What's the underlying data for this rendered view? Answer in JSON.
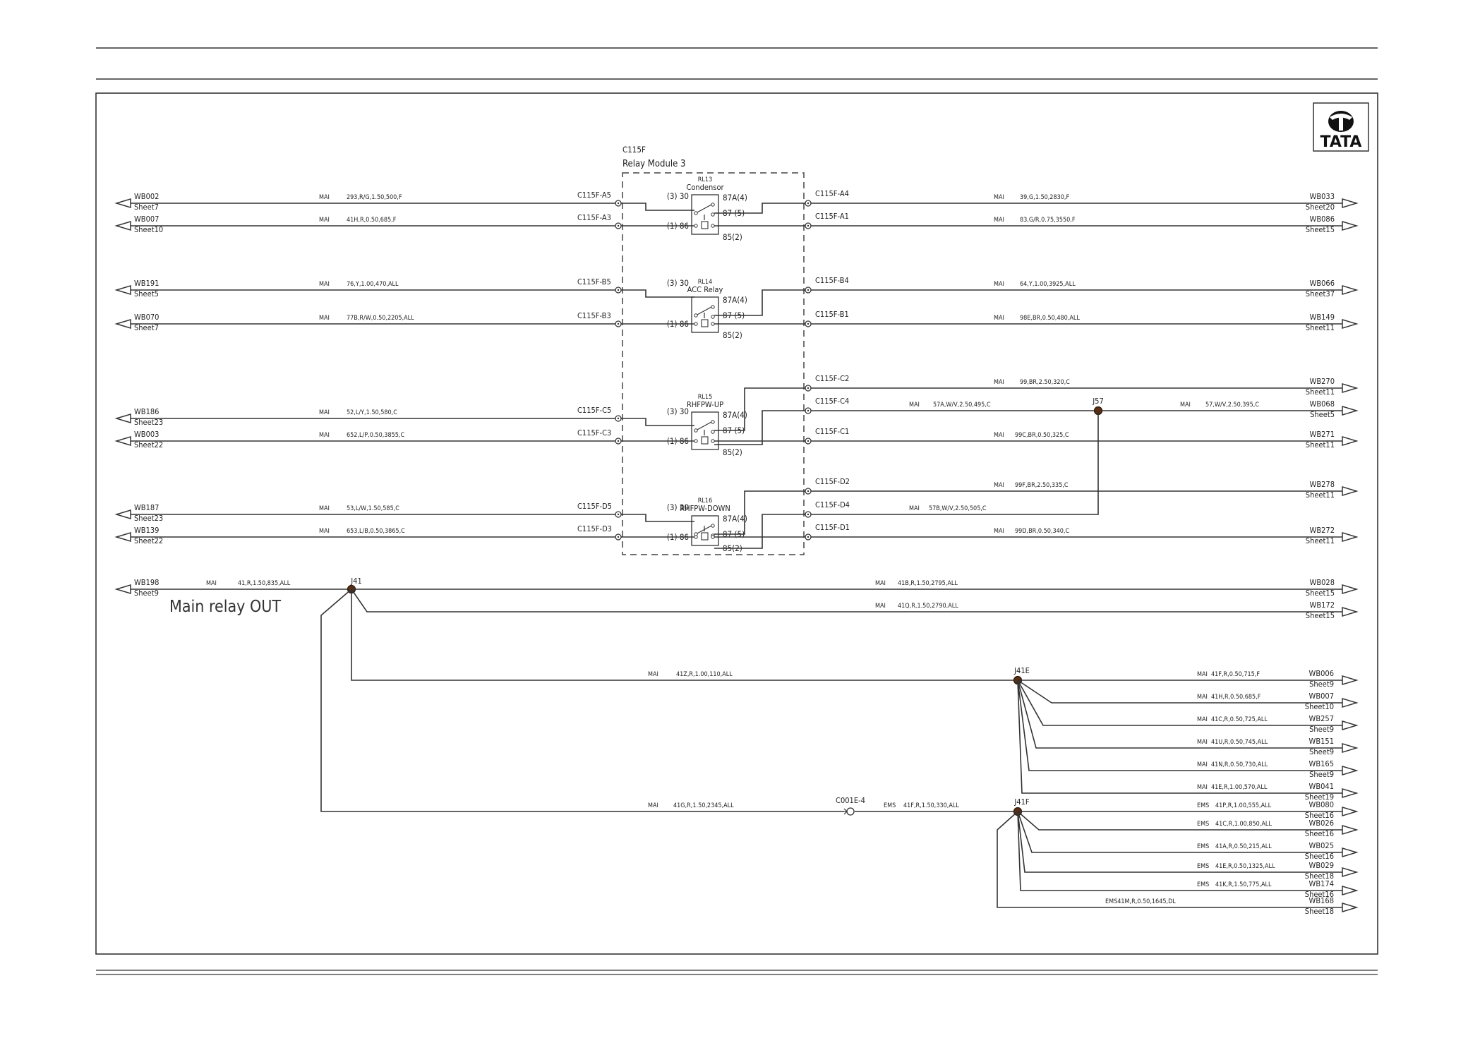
{
  "logo": {
    "text": "TATA"
  },
  "relay_module": {
    "id": "C115F",
    "name": "Relay Module 3"
  },
  "relays": [
    {
      "id": "RL13",
      "name": "Condensor",
      "pin_30": "(3) 30",
      "pin_86": "(1) 86",
      "pin_87a": "87A(4)",
      "pin_87": "87 (5)",
      "pin_85": "85(2)"
    },
    {
      "id": "RL14",
      "name": "ACC Relay",
      "pin_30": "(3) 30",
      "pin_86": "(1) 86",
      "pin_87a": "87A(4)",
      "pin_87": "87 (5)",
      "pin_85": "85(2)"
    },
    {
      "id": "RL15",
      "name": "RHFPW-UP",
      "pin_30": "(3) 30",
      "pin_86": "(1) 86",
      "pin_87a": "87A(4)",
      "pin_87": "87 (5)",
      "pin_85": "85(2)"
    },
    {
      "id": "RL16",
      "name": "RHFPW-DOWN",
      "pin_30": "(3) 30",
      "pin_86": "(1) 86",
      "pin_87a": "87A(4)",
      "pin_87": "87 (5)",
      "pin_85": "85(2)"
    }
  ],
  "left_wires": [
    {
      "wb": "WB002",
      "sheet": "Sheet7",
      "harness": "MAI",
      "spec": "293,R/G,1.50,500,F",
      "pin": "C115F-A5"
    },
    {
      "wb": "WB007",
      "sheet": "Sheet10",
      "harness": "MAI",
      "spec": "41H,R,0.50,685,F",
      "pin": "C115F-A3"
    },
    {
      "wb": "WB191",
      "sheet": "Sheet5",
      "harness": "MAI",
      "spec": "76,Y,1.00,470,ALL",
      "pin": "C115F-B5"
    },
    {
      "wb": "WB070",
      "sheet": "Sheet7",
      "harness": "MAI",
      "spec": "77B,R/W,0.50,2205,ALL",
      "pin": "C115F-B3"
    },
    {
      "wb": "WB186",
      "sheet": "Sheet23",
      "harness": "MAI",
      "spec": "52,L/Y,1.50,580,C",
      "pin": "C115F-C5"
    },
    {
      "wb": "WB003",
      "sheet": "Sheet22",
      "harness": "MAI",
      "spec": "652,L/P,0.50,3855,C",
      "pin": "C115F-C3"
    },
    {
      "wb": "WB187",
      "sheet": "Sheet23",
      "harness": "MAI",
      "spec": "53,L/W,1.50,585,C",
      "pin": "C115F-D5"
    },
    {
      "wb": "WB139",
      "sheet": "Sheet22",
      "harness": "MAI",
      "spec": "653,L/B,0.50,3865,C",
      "pin": "C115F-D3"
    }
  ],
  "right_wires": [
    {
      "pin": "C115F-A4",
      "harness": "MAI",
      "spec": "39,G,1.50,2830,F",
      "wb": "WB033",
      "sheet": "Sheet20"
    },
    {
      "pin": "C115F-A1",
      "harness": "MAI",
      "spec": "83,G/R,0.75,3550,F",
      "wb": "WB086",
      "sheet": "Sheet15"
    },
    {
      "pin": "C115F-B4",
      "harness": "MAI",
      "spec": "64,Y,1.00,3925,ALL",
      "wb": "WB066",
      "sheet": "Sheet37"
    },
    {
      "pin": "C115F-B1",
      "harness": "MAI",
      "spec": "98E,BR,0.50,480,ALL",
      "wb": "WB149",
      "sheet": "Sheet11"
    },
    {
      "pin": "C115F-C2",
      "harness": "MAI",
      "spec": "99,BR,2.50,320,C",
      "wb": "WB270",
      "sheet": "Sheet11"
    },
    {
      "pin": "C115F-C1",
      "harness": "MAI",
      "spec": "99C,BR,0.50,325,C",
      "wb": "WB271",
      "sheet": "Sheet11"
    },
    {
      "pin": "C115F-D2",
      "harness": "MAI",
      "spec": "99F,BR,2.50,335,C",
      "wb": "WB278",
      "sheet": "Sheet11"
    },
    {
      "pin": "C115F-D1",
      "harness": "MAI",
      "spec": "99D,BR,0.50,340,C",
      "wb": "WB272",
      "sheet": "Sheet11"
    }
  ],
  "c4_wire": {
    "pin": "C115F-C4",
    "harness": "MAI",
    "spec": "57A,W/V,2.50,495,C"
  },
  "d4_wire": {
    "pin": "C115F-D4",
    "harness": "MAI",
    "spec": "57B,W/V,2.50,505,C"
  },
  "j57": {
    "label": "J57",
    "harness": "MAI",
    "spec": "57,W/V,2.50,395,C",
    "wb": "WB068",
    "sheet": "Sheet5"
  },
  "main_relay": {
    "title": "Main relay OUT",
    "in": {
      "wb": "WB198",
      "sheet": "Sheet9",
      "harness": "MAI",
      "spec": "41,R,1.50,835,ALL"
    },
    "j41": "J41",
    "outs": [
      {
        "harness": "MAI",
        "spec": "41B,R,1.50,2795,ALL",
        "wb": "WB028",
        "sheet": "Sheet15"
      },
      {
        "harness": "MAI",
        "spec": "41Q,R,1.50,2790,ALL",
        "wb": "WB172",
        "sheet": "Sheet15"
      }
    ],
    "to_j41e": {
      "harness": "MAI",
      "spec": "41Z,R,1.00,110,ALL"
    },
    "to_connector": {
      "harness": "MAI",
      "spec": "41G,R,1.50,2345,ALL"
    }
  },
  "j41e": {
    "label": "J41E",
    "branches": [
      {
        "harness": "MAI",
        "spec": "41F,R,0.50,715,F",
        "wb": "WB006",
        "sheet": "Sheet9"
      },
      {
        "harness": "MAI",
        "spec": "41H,R,0.50,685,F",
        "wb": "WB007",
        "sheet": "Sheet10"
      },
      {
        "harness": "MAI",
        "spec": "41C,R,0.50,725,ALL",
        "wb": "WB257",
        "sheet": "Sheet9"
      },
      {
        "harness": "MAI",
        "spec": "41U,R,0.50,745,ALL",
        "wb": "WB151",
        "sheet": "Sheet9"
      },
      {
        "harness": "MAI",
        "spec": "41N,R,0.50,730,ALL",
        "wb": "WB165",
        "sheet": "Sheet9"
      },
      {
        "harness": "MAI",
        "spec": "41E,R,1.00,570,ALL",
        "wb": "WB041",
        "sheet": "Sheet19"
      }
    ]
  },
  "connector": {
    "label": "C001E-4",
    "harness": "EMS",
    "spec": "41F,R,1.50,330,ALL"
  },
  "j41f": {
    "label": "J41F",
    "branches": [
      {
        "harness": "EMS",
        "spec": "41P,R,1.00,555,ALL",
        "wb": "WB080",
        "sheet": "Sheet16"
      },
      {
        "harness": "EMS",
        "spec": "41C,R,1.00,850,ALL",
        "wb": "WB026",
        "sheet": "Sheet16"
      },
      {
        "harness": "EMS",
        "spec": "41A,R,0.50,215,ALL",
        "wb": "WB025",
        "sheet": "Sheet16"
      },
      {
        "harness": "EMS",
        "spec": "41E,R,0.50,1325,ALL",
        "wb": "WB029",
        "sheet": "Sheet18"
      },
      {
        "harness": "EMS",
        "spec": "41K,R,1.50,775,ALL",
        "wb": "WB174",
        "sheet": "Sheet16"
      }
    ],
    "last": {
      "text": "EMS41M,R,0.50,1645,DL",
      "wb": "WB168",
      "sheet": "Sheet18"
    }
  }
}
